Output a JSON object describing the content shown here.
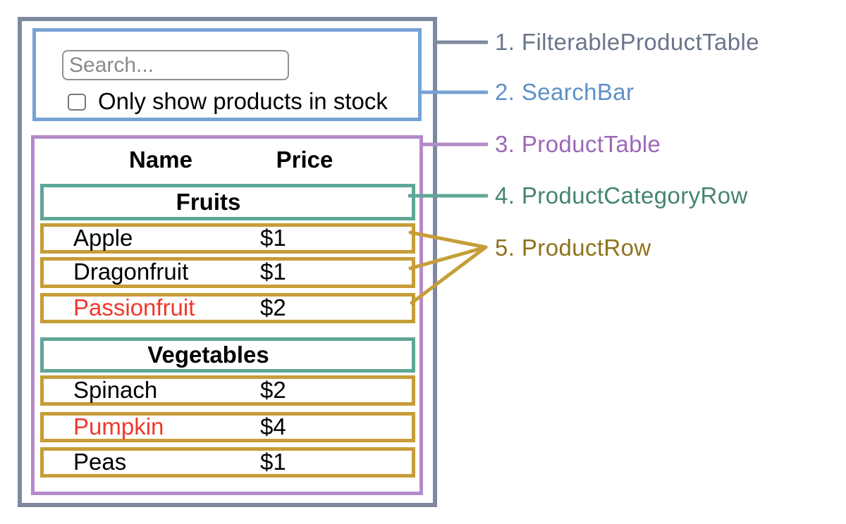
{
  "colors": {
    "slate": "#7E88A0",
    "slate_text": "#6A758B",
    "blue": "#77A2D5",
    "blue_text": "#5E90C8",
    "purple": "#B38BC8",
    "purple_text": "#9C67B8",
    "teal": "#5FA796",
    "teal_text": "#458372",
    "gold": "#C69D38",
    "gold_text": "#8E721C",
    "red": "#F0382C",
    "placeholder": "#8A8A8A",
    "text": "#000000"
  },
  "search_bar": {
    "placeholder": "Search...",
    "checkbox_label": "Only show products in stock",
    "checkbox_checked": false
  },
  "product_table": {
    "headers": {
      "name": "Name",
      "price": "Price"
    },
    "sections": [
      {
        "category": "Fruits",
        "rows": [
          {
            "name": "Apple",
            "price": "$1",
            "out_of_stock": false
          },
          {
            "name": "Dragonfruit",
            "price": "$1",
            "out_of_stock": false
          },
          {
            "name": "Passionfruit",
            "price": "$2",
            "out_of_stock": true
          }
        ]
      },
      {
        "category": "Vegetables",
        "rows": [
          {
            "name": "Spinach",
            "price": "$2",
            "out_of_stock": false
          },
          {
            "name": "Pumpkin",
            "price": "$4",
            "out_of_stock": true
          },
          {
            "name": "Peas",
            "price": "$1",
            "out_of_stock": false
          }
        ]
      }
    ]
  },
  "legend": {
    "items": [
      {
        "label": "1. FilterableProductTable"
      },
      {
        "label": "2. SearchBar"
      },
      {
        "label": "3. ProductTable"
      },
      {
        "label": "4. ProductCategoryRow"
      },
      {
        "label": "5. ProductRow"
      }
    ]
  }
}
